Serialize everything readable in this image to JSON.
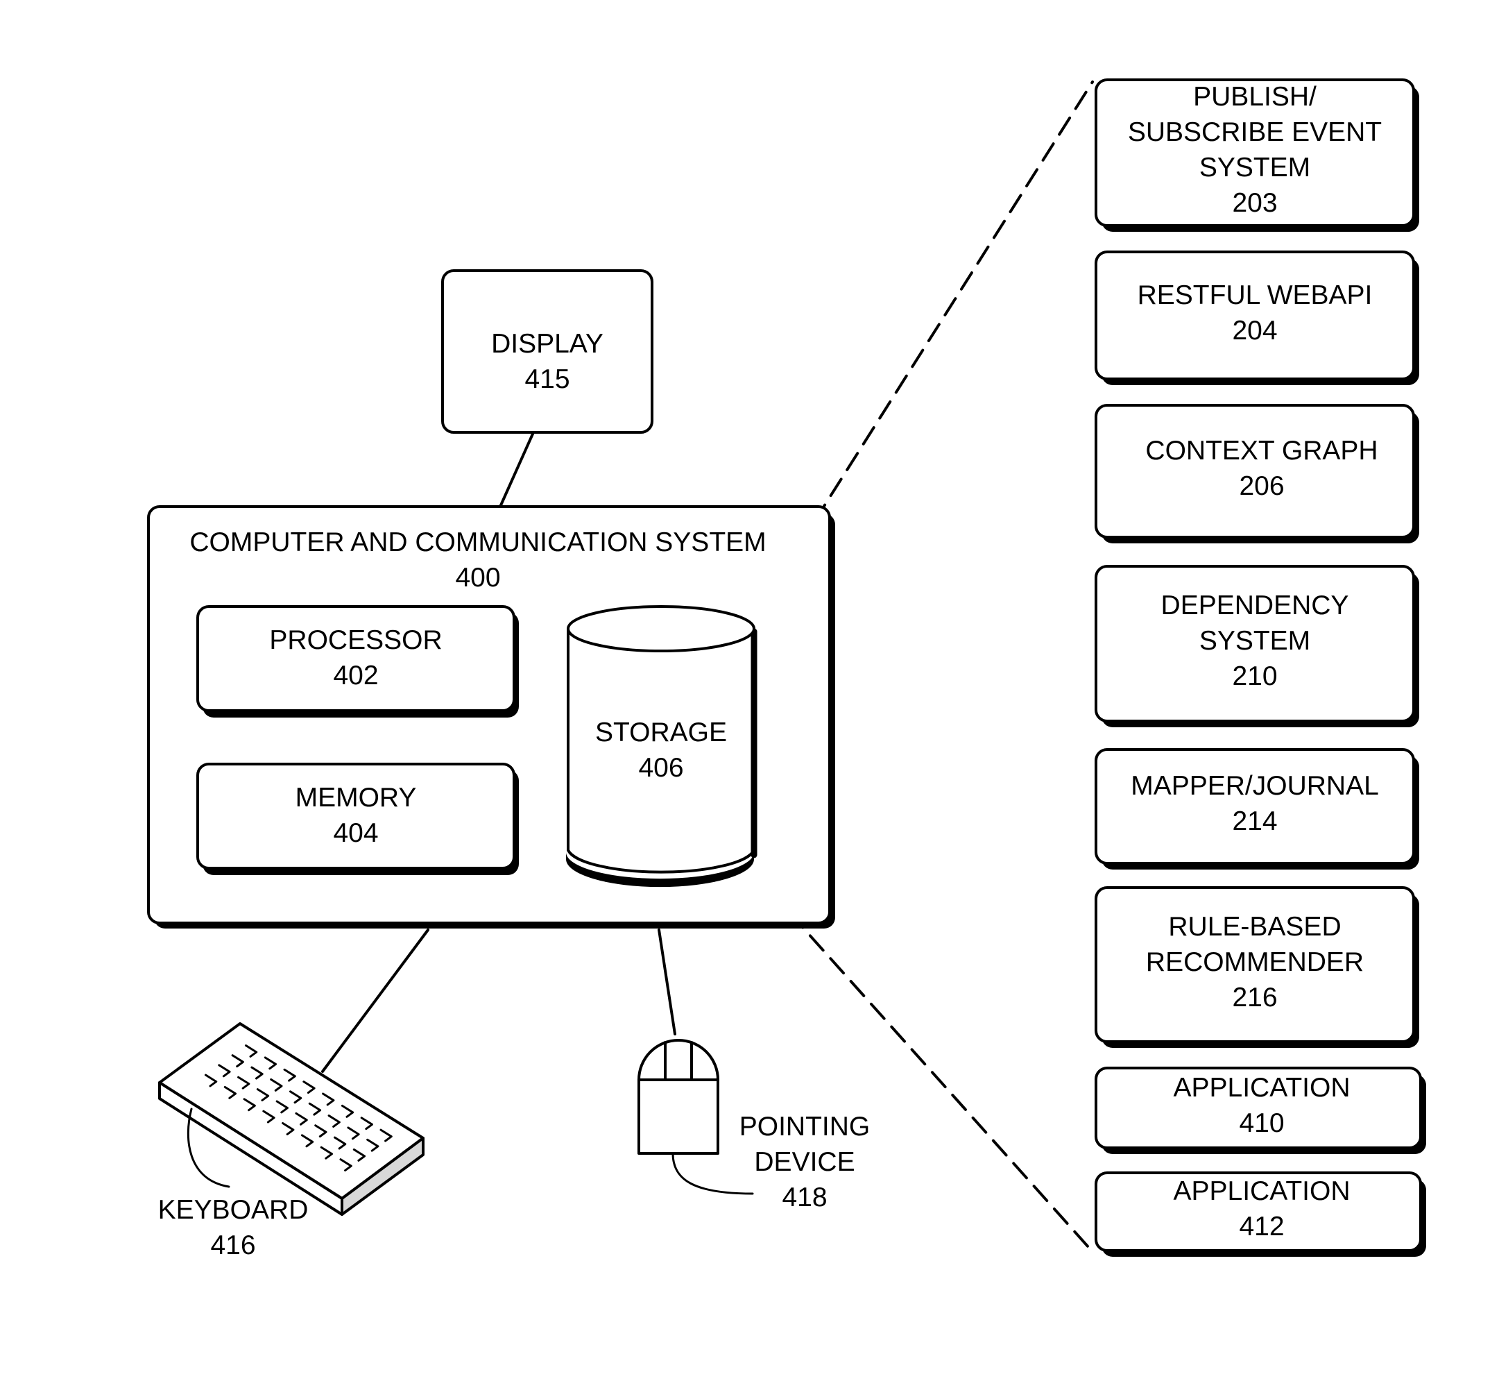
{
  "system": {
    "label": "COMPUTER AND COMMUNICATION SYSTEM",
    "number": "400"
  },
  "display": {
    "label": "DISPLAY",
    "number": "415"
  },
  "processor": {
    "label": "PROCESSOR",
    "number": "402"
  },
  "memory": {
    "label": "MEMORY",
    "number": "404"
  },
  "storage": {
    "label": "STORAGE",
    "number": "406"
  },
  "keyboard": {
    "label": "KEYBOARD",
    "number": "416"
  },
  "pointing_device": {
    "line1": "POINTING",
    "line2": "DEVICE",
    "number": "418"
  },
  "storage_contents": [
    {
      "lines": [
        "PUBLISH/",
        "SUBSCRIBE EVENT",
        "SYSTEM"
      ],
      "number": "203"
    },
    {
      "lines": [
        "RESTFUL WEBAPI"
      ],
      "number": "204"
    },
    {
      "lines": [
        "CONTEXT GRAPH"
      ],
      "number": "206"
    },
    {
      "lines": [
        "DEPENDENCY",
        "SYSTEM"
      ],
      "number": "210"
    },
    {
      "lines": [
        "MAPPER/JOURNAL"
      ],
      "number": "214"
    },
    {
      "lines": [
        "RULE-BASED",
        "RECOMMENDER"
      ],
      "number": "216"
    },
    {
      "lines": [
        "APPLICATION"
      ],
      "number": "410"
    },
    {
      "lines": [
        "APPLICATION"
      ],
      "number": "412"
    }
  ]
}
